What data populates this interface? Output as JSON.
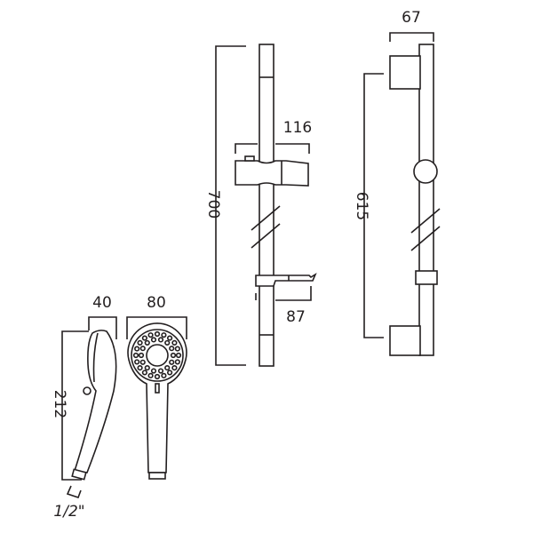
{
  "title": "Shower rail kit dimension drawing",
  "dimensions": {
    "rail_height": "700",
    "slider_width": "116",
    "soap_dish_depth": "87",
    "bracket_depth": "67",
    "bracket_centres": "615",
    "handset_depth": "40",
    "handset_head_diameter": "80",
    "handset_length": "212",
    "thread_size": "1/2\""
  }
}
